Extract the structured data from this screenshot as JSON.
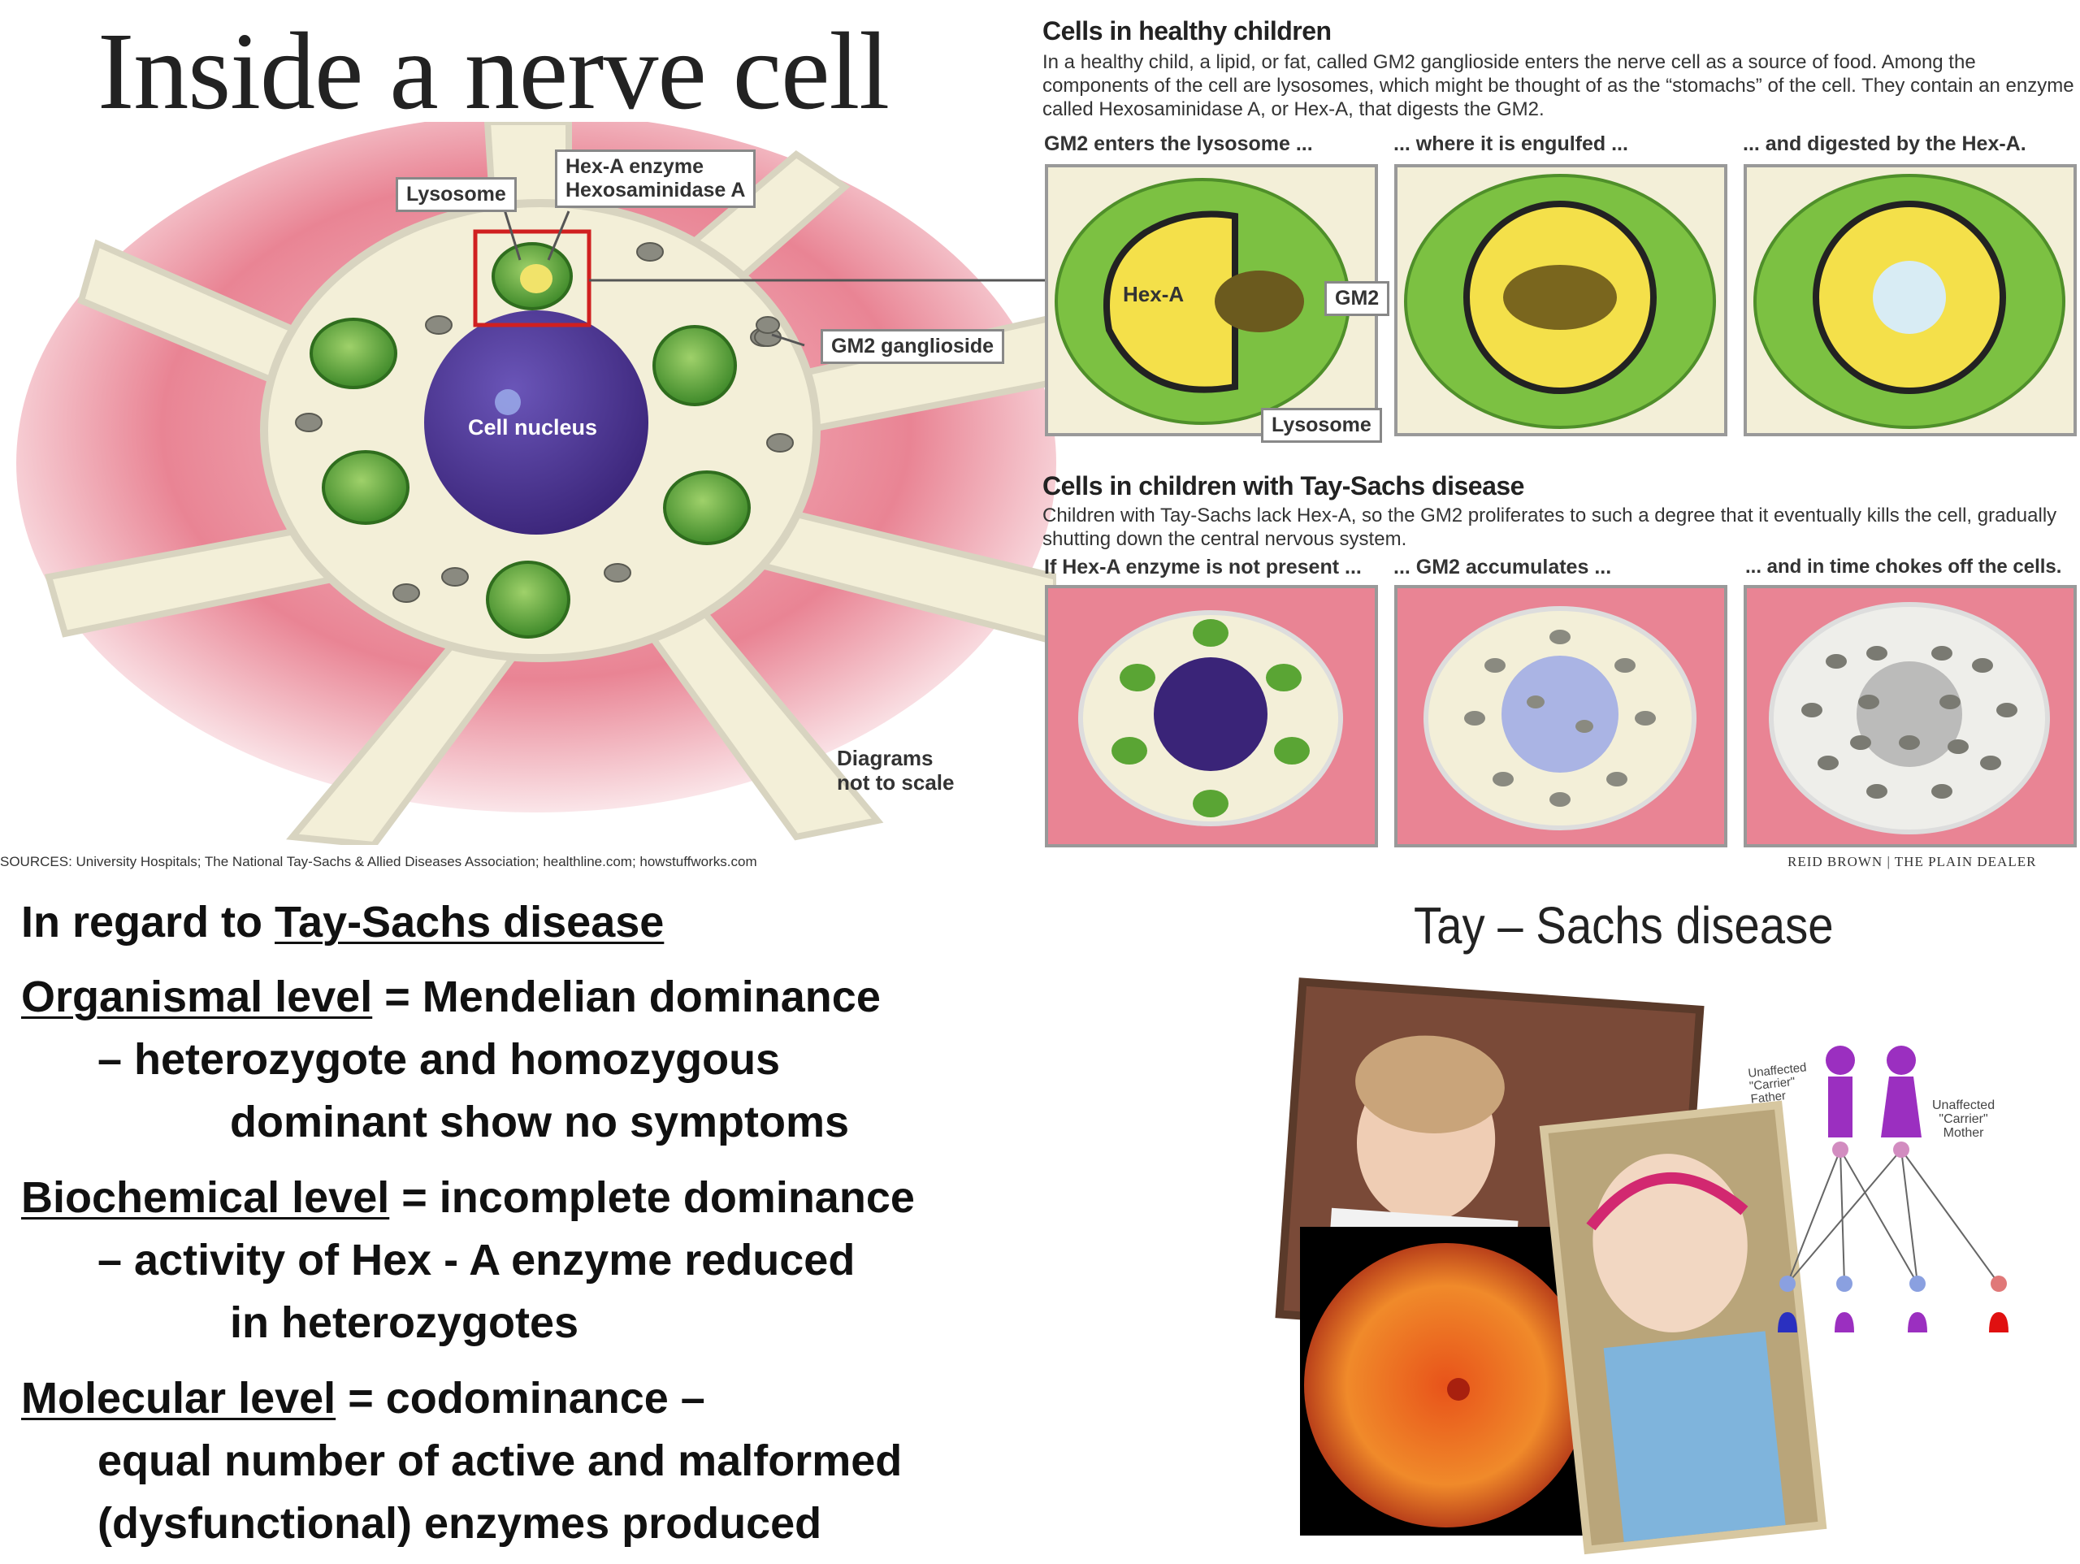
{
  "infographic": {
    "title": "Inside a nerve cell",
    "labels": {
      "lysosome": "Lysosome",
      "hexa_line1": "Hex-A enzyme",
      "hexa_line2": "Hexosaminidase A",
      "gm2": "GM2 ganglioside",
      "nucleus": "Cell nucleus",
      "scale_line1": "Diagrams",
      "scale_line2": "not to scale"
    },
    "healthy": {
      "title": "Cells in healthy children",
      "description": "In a healthy child, a lipid, or fat, called GM2 ganglioside enters the nerve cell as a source of food. Among the components of the cell are lysosomes, which might be thought of as the “stomachs” of the cell. They contain an enzyme called Hexosaminidase A, or Hex-A, that digests the GM2.",
      "captions": [
        "GM2 enters the lysosome ...",
        "... where it is engulfed ...",
        "... and digested by the Hex-A."
      ],
      "panel_labels": {
        "hexa": "Hex-A",
        "gm2": "GM2",
        "lysosome": "Lysosome"
      }
    },
    "taysachs": {
      "title": "Cells in children with Tay-Sachs disease",
      "description": "Children with Tay-Sachs lack Hex-A, so the GM2 proliferates to such a degree that it eventually kills the cell, gradually shutting down the central nervous system.",
      "captions": [
        "If Hex-A enzyme is not present ...",
        "... GM2 accumulates ...",
        "... and in time chokes off the cells."
      ]
    },
    "sources": "SOURCES: University Hospitals; The National Tay-Sachs & Allied Diseases Association; healthline.com; howstuffworks.com",
    "credit": "REID BROWN | THE PLAIN DEALER"
  },
  "slide": {
    "intro_prefix": "In regard to ",
    "intro_term": "Tay-Sachs disease",
    "levels": [
      {
        "term": "Organismal level",
        "rest": " = Mendelian dominance",
        "line2": "– heterozygote and homozygous",
        "line3": "dominant show no symptoms"
      },
      {
        "term": "Biochemical level",
        "rest": " = incomplete dominance",
        "line2": "– activity of Hex - A enzyme reduced",
        "line3": "in heterozygotes"
      },
      {
        "term": "Molecular level",
        "rest": " = codominance –",
        "line2": "equal number of active and malformed",
        "line3": "(dysfunctional) enzymes produced"
      }
    ],
    "photo_title": "Tay – Sachs disease",
    "pedigree": {
      "label_left1": "Unaffected",
      "label_left2": "\"Carrier\"",
      "label_left3": "Father",
      "label_right1": "Unaffected",
      "label_right2": "\"Carrier\"",
      "label_right3": "Mother"
    }
  }
}
